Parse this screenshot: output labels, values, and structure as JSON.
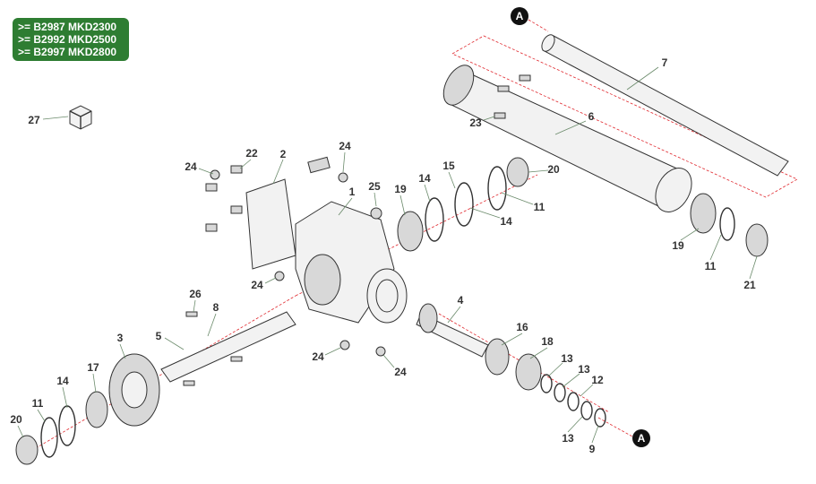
{
  "serial_ranges": [
    ">= B2987 MKD2300",
    ">= B2992 MKD2500",
    ">= B2997 MKD2800"
  ],
  "connector_label": "A",
  "part_labels": {
    "p27": "27",
    "p24a": "24",
    "p22": "22",
    "p2": "2",
    "p24b": "24",
    "p1": "1",
    "p25": "25",
    "p19a": "19",
    "p14a": "14",
    "p15": "15",
    "p14b": "14",
    "p11a": "11",
    "p20a": "20",
    "p7": "7",
    "p6": "6",
    "p23": "23",
    "p19b": "19",
    "p11b": "11",
    "p21": "21",
    "p24c": "24",
    "p26": "26",
    "p8": "8",
    "p3": "3",
    "p5": "5",
    "p4": "4",
    "p16": "16",
    "p18": "18",
    "p13a": "13",
    "p13b": "13",
    "p12": "12",
    "p13c": "13",
    "p9": "9",
    "p24d": "24",
    "p24e": "24",
    "p17": "17",
    "p14c": "14",
    "p11c": "11",
    "p20b": "20"
  },
  "colors": {
    "badge": "#2e7d32",
    "guide_line": "#e0282e"
  }
}
